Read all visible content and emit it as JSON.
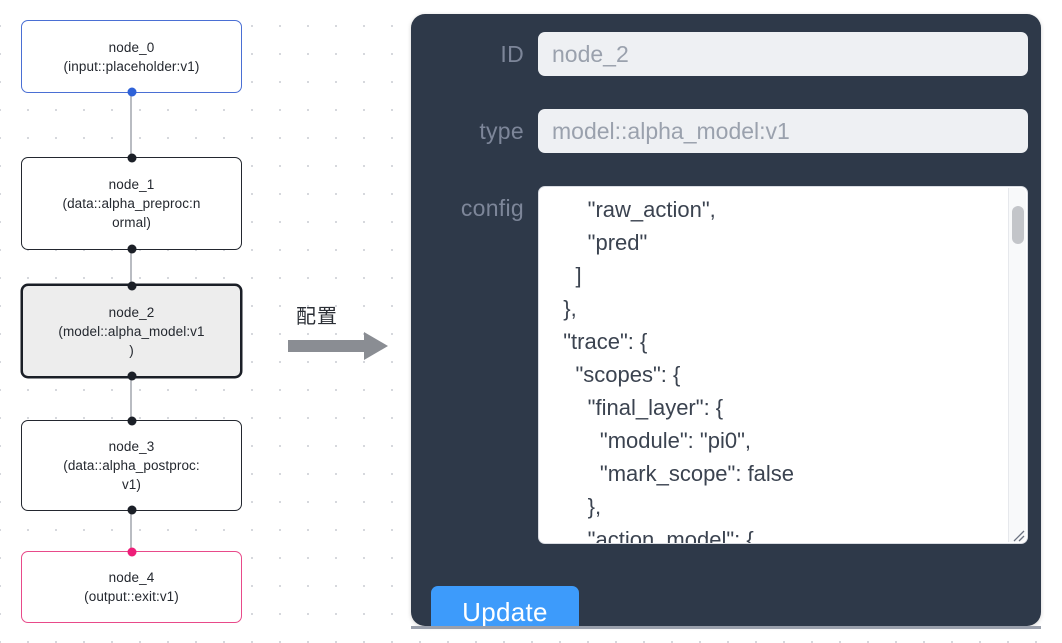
{
  "canvas": {
    "name": "node-graph-canvas",
    "nodes": [
      {
        "id": "node_0",
        "title": "node_0",
        "subtitle": "(input::placeholder:v1)",
        "role": "input",
        "selected": false,
        "accent": "#4a6fd4"
      },
      {
        "id": "node_1",
        "title": "node_1",
        "subtitle": "(data::alpha_preproc:n\normal)",
        "role": "process",
        "selected": false,
        "accent": "#23272f"
      },
      {
        "id": "node_2",
        "title": "node_2",
        "subtitle": "(model::alpha_model:v1\n)",
        "role": "model",
        "selected": true,
        "accent": "#1b1f27"
      },
      {
        "id": "node_3",
        "title": "node_3",
        "subtitle": "(data::alpha_postproc:\nv1)",
        "role": "process",
        "selected": false,
        "accent": "#23272f"
      },
      {
        "id": "node_4",
        "title": "node_4",
        "subtitle": "(output::exit:v1)",
        "role": "output",
        "selected": false,
        "accent": "#e84a8a"
      }
    ]
  },
  "arrow": {
    "label": "配置",
    "color": "#8a8d93"
  },
  "panel": {
    "background": "#2e3949",
    "fields": {
      "id": {
        "label": "ID",
        "value": "node_2",
        "placeholder": "node_2"
      },
      "type": {
        "label": "type",
        "value": "model::alpha_model:v1",
        "placeholder": "model::alpha_model:v1"
      },
      "config": {
        "label": "config",
        "value": "      \"raw_action\",\n      \"pred\"\n    ]\n  },\n  \"trace\": {\n    \"scopes\": {\n      \"final_layer\": {\n        \"module\": \"pi0\",\n        \"mark_scope\": false\n      },\n      \"action_model\": {",
        "scrollbar": {
          "thumb_visible": true
        }
      }
    },
    "update_button": {
      "label": "Update",
      "color": "#3d9bfb"
    }
  }
}
